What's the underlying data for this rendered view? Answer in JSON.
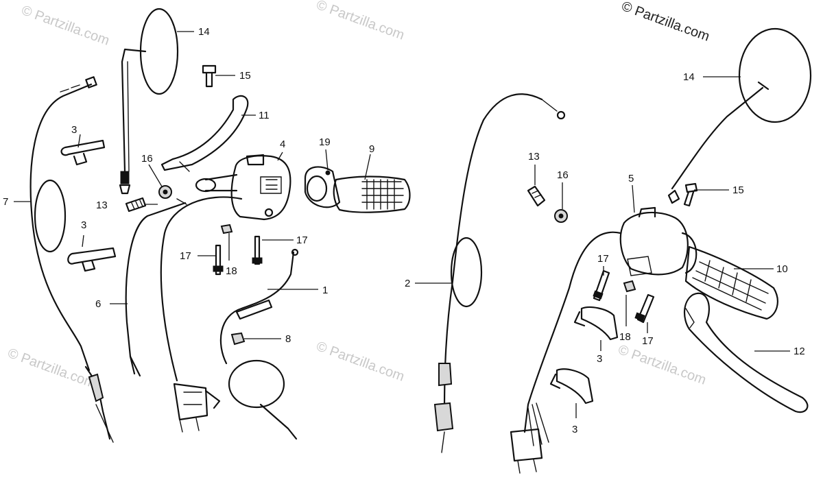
{
  "watermark": "© Partzilla.com",
  "copyright": "© Partzilla.com",
  "callouts": {
    "c1": "1",
    "c2": "2",
    "c3a": "3",
    "c3b": "3",
    "c3c": "3",
    "c3d": "3",
    "c4": "4",
    "c5": "5",
    "c6": "6",
    "c7": "7",
    "c8": "8",
    "c9": "9",
    "c10": "10",
    "c11": "11",
    "c12": "12",
    "c13a": "13",
    "c13b": "13",
    "c14a": "14",
    "c14b": "14",
    "c15a": "15",
    "c15b": "15",
    "c16a": "16",
    "c16b": "16",
    "c17a": "17",
    "c17b": "17",
    "c17c": "17",
    "c17d": "17",
    "c18a": "18",
    "c18b": "18",
    "c19": "19"
  }
}
